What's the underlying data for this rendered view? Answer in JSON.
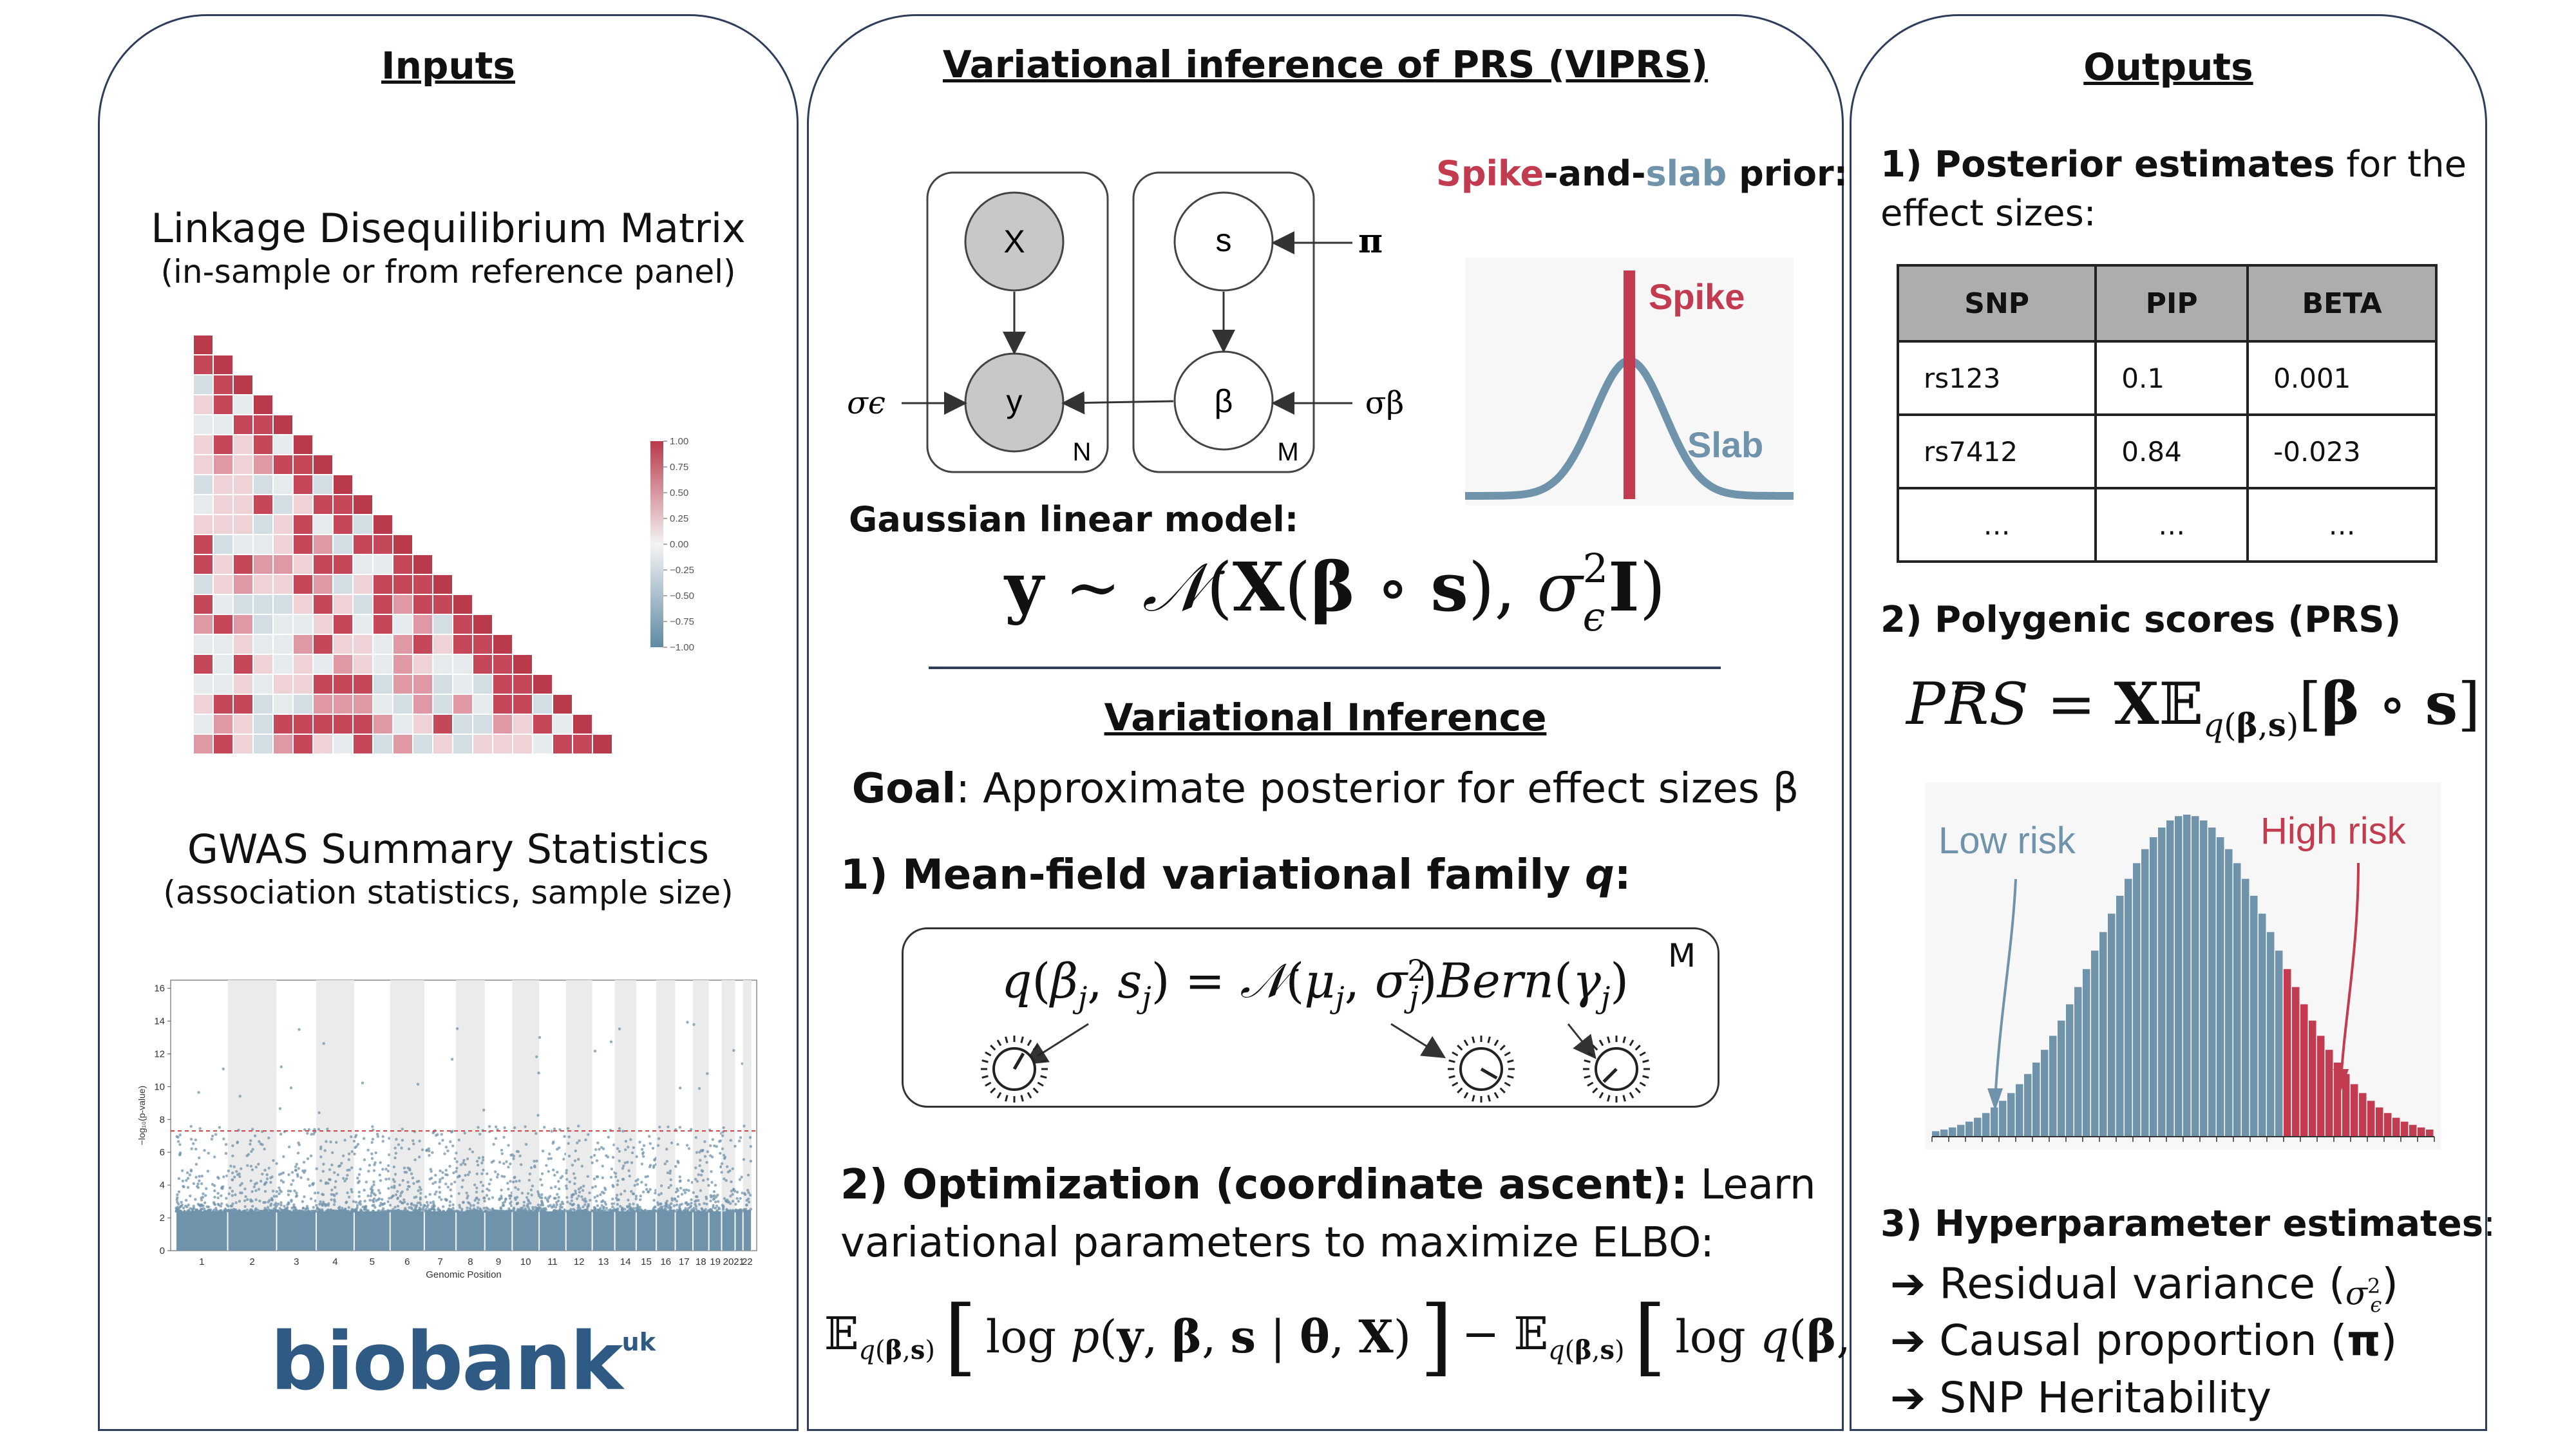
{
  "inputs": {
    "title": "Inputs",
    "ld_title": "Linkage Disequilibrium Matrix",
    "ld_subtitle": "(in-sample or from reference panel)",
    "ld_ticks": [
      "1.00",
      "0.75",
      "0.50",
      "0.25",
      "0.00",
      "−0.25",
      "−0.50",
      "−0.75",
      "−1.00"
    ],
    "gwas_title": "GWAS Summary Statistics",
    "gwas_subtitle": "(association statistics, sample size)",
    "manhattan_yticks": [
      "0",
      "2",
      "4",
      "6",
      "8",
      "10",
      "12",
      "14",
      "16"
    ],
    "manhattan_ylabel": "−log₁₀(p-value)",
    "manhattan_xticks": [
      "1",
      "2",
      "3",
      "4",
      "5",
      "6",
      "7",
      "8",
      "9",
      "10",
      "11",
      "12",
      "13",
      "14",
      "15",
      "16",
      "17",
      "18",
      "19",
      "20",
      "21",
      "22"
    ],
    "manhattan_xlabel": "Genomic Position",
    "logo": "biobank",
    "logo_sup": "uk"
  },
  "middle": {
    "title": "Variational inference of PRS (VIPRS)",
    "node_x": "X",
    "node_y": "y",
    "node_s": "s",
    "node_beta": "β",
    "pi": "π",
    "sigma_eps": "σϵ",
    "sigma_beta": "σβ",
    "plate_n": "N",
    "plate_m": "M",
    "prior_spike_word": "Spike",
    "prior_dash1": "-and-",
    "prior_slab_word": "slab",
    "prior_rest": " prior:",
    "spike_label": "Spike",
    "slab_label": "Slab",
    "gaussian_label": "Gaussian linear model:",
    "vi_title": "Variational Inference",
    "goal_bold": "Goal",
    "goal_rest": ": Approximate posterior for effect sizes β",
    "step1": "1) Mean-field variational family ",
    "step1_q": "q",
    "step1_colon": ":",
    "box_m": "M",
    "step2_bold": "2) Optimization (coordinate ascent):",
    "step2_rest": " Learn",
    "step2_line2": "variational parameters to maximize ELBO:"
  },
  "outputs": {
    "title": "Outputs",
    "item1_bold": "1) Posterior estimates",
    "item1_rest": " for the",
    "item1_line2": "effect sizes:",
    "table_headers": [
      "SNP",
      "PIP",
      "BETA"
    ],
    "table_rows": [
      [
        "rs123",
        "0.1",
        "0.001"
      ],
      [
        "rs7412",
        "0.84",
        "-0.023"
      ],
      [
        "…",
        "…",
        "…"
      ]
    ],
    "item2": "2) Polygenic scores (PRS)",
    "low_risk": "Low risk",
    "high_risk": "High risk",
    "item3_bold": "3) Hyperparameter estimates",
    "item3_colon": ":",
    "hyper1": "Residual variance (",
    "hyper1_end": ")",
    "hyper2": "Causal proportion (",
    "hyper2_sym": "π",
    "hyper2_end": ")",
    "hyper3": "SNP Heritability"
  },
  "colors": {
    "red": "#c23b4f",
    "blue": "#6f93ab",
    "border": "#2e3d5c",
    "grey": "#adadad"
  }
}
